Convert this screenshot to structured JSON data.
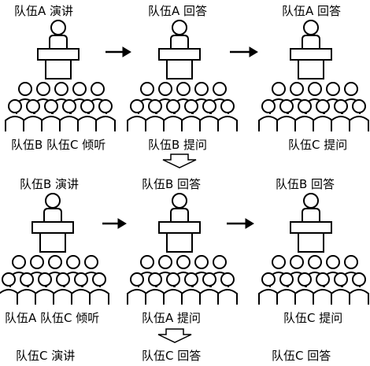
{
  "rows": [
    {
      "stages": [
        {
          "top_label": "队伍A 演讲",
          "bottom_label": "队伍B 队伍C 倾听"
        },
        {
          "top_label": "队伍A 回答",
          "bottom_label": "队伍B 提问"
        },
        {
          "top_label": "队伍A 回答",
          "bottom_label": "队伍C 提问"
        }
      ]
    },
    {
      "stages": [
        {
          "top_label": "队伍B 演讲",
          "bottom_label": "队伍A 队伍C 倾听"
        },
        {
          "top_label": "队伍B 回答",
          "bottom_label": "队伍A 提问"
        },
        {
          "top_label": "队伍B 回答",
          "bottom_label": "队伍C 提问"
        }
      ]
    },
    {
      "stages": [
        {
          "top_label": "队伍C 演讲"
        },
        {
          "top_label": "队伍C 回答"
        },
        {
          "top_label": "队伍C 回答"
        }
      ]
    }
  ],
  "colors": {
    "stroke": "#000000",
    "fill": "#ffffff"
  }
}
